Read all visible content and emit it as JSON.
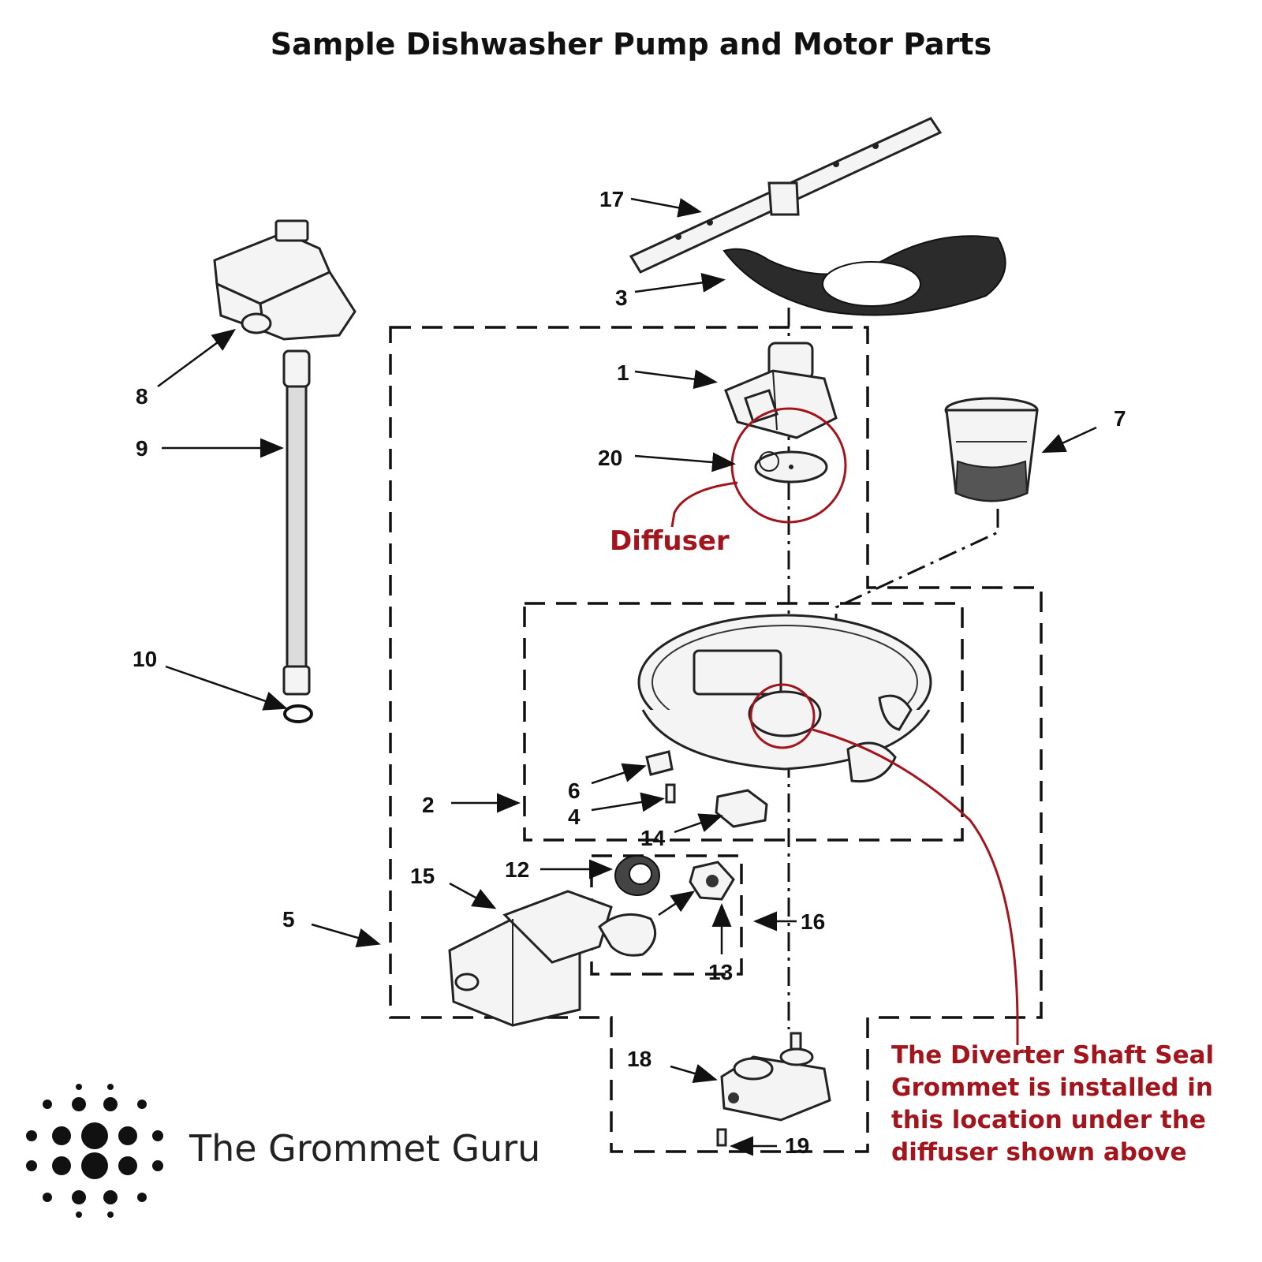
{
  "title": "Sample Dishwasher Pump and Motor Parts",
  "part_labels": {
    "p1": "1",
    "p2": "2",
    "p3": "3",
    "p4": "4",
    "p5": "5",
    "p6": "6",
    "p7": "7",
    "p8": "8",
    "p9": "9",
    "p10": "10",
    "p12": "12",
    "p13": "13",
    "p14": "14",
    "p15": "15",
    "p16": "16",
    "p17": "17",
    "p18": "18",
    "p19": "19",
    "p20": "20"
  },
  "annotations": {
    "diffuser": "Diffuser",
    "grommet_note": [
      "The Diverter Shaft Seal",
      "Grommet is installed in",
      "this location under the",
      "diffuser shown above"
    ]
  },
  "brand": {
    "name": "The Grommet Guru"
  },
  "colors": {
    "annotation_red": "#a3151d",
    "line": "#111111"
  }
}
